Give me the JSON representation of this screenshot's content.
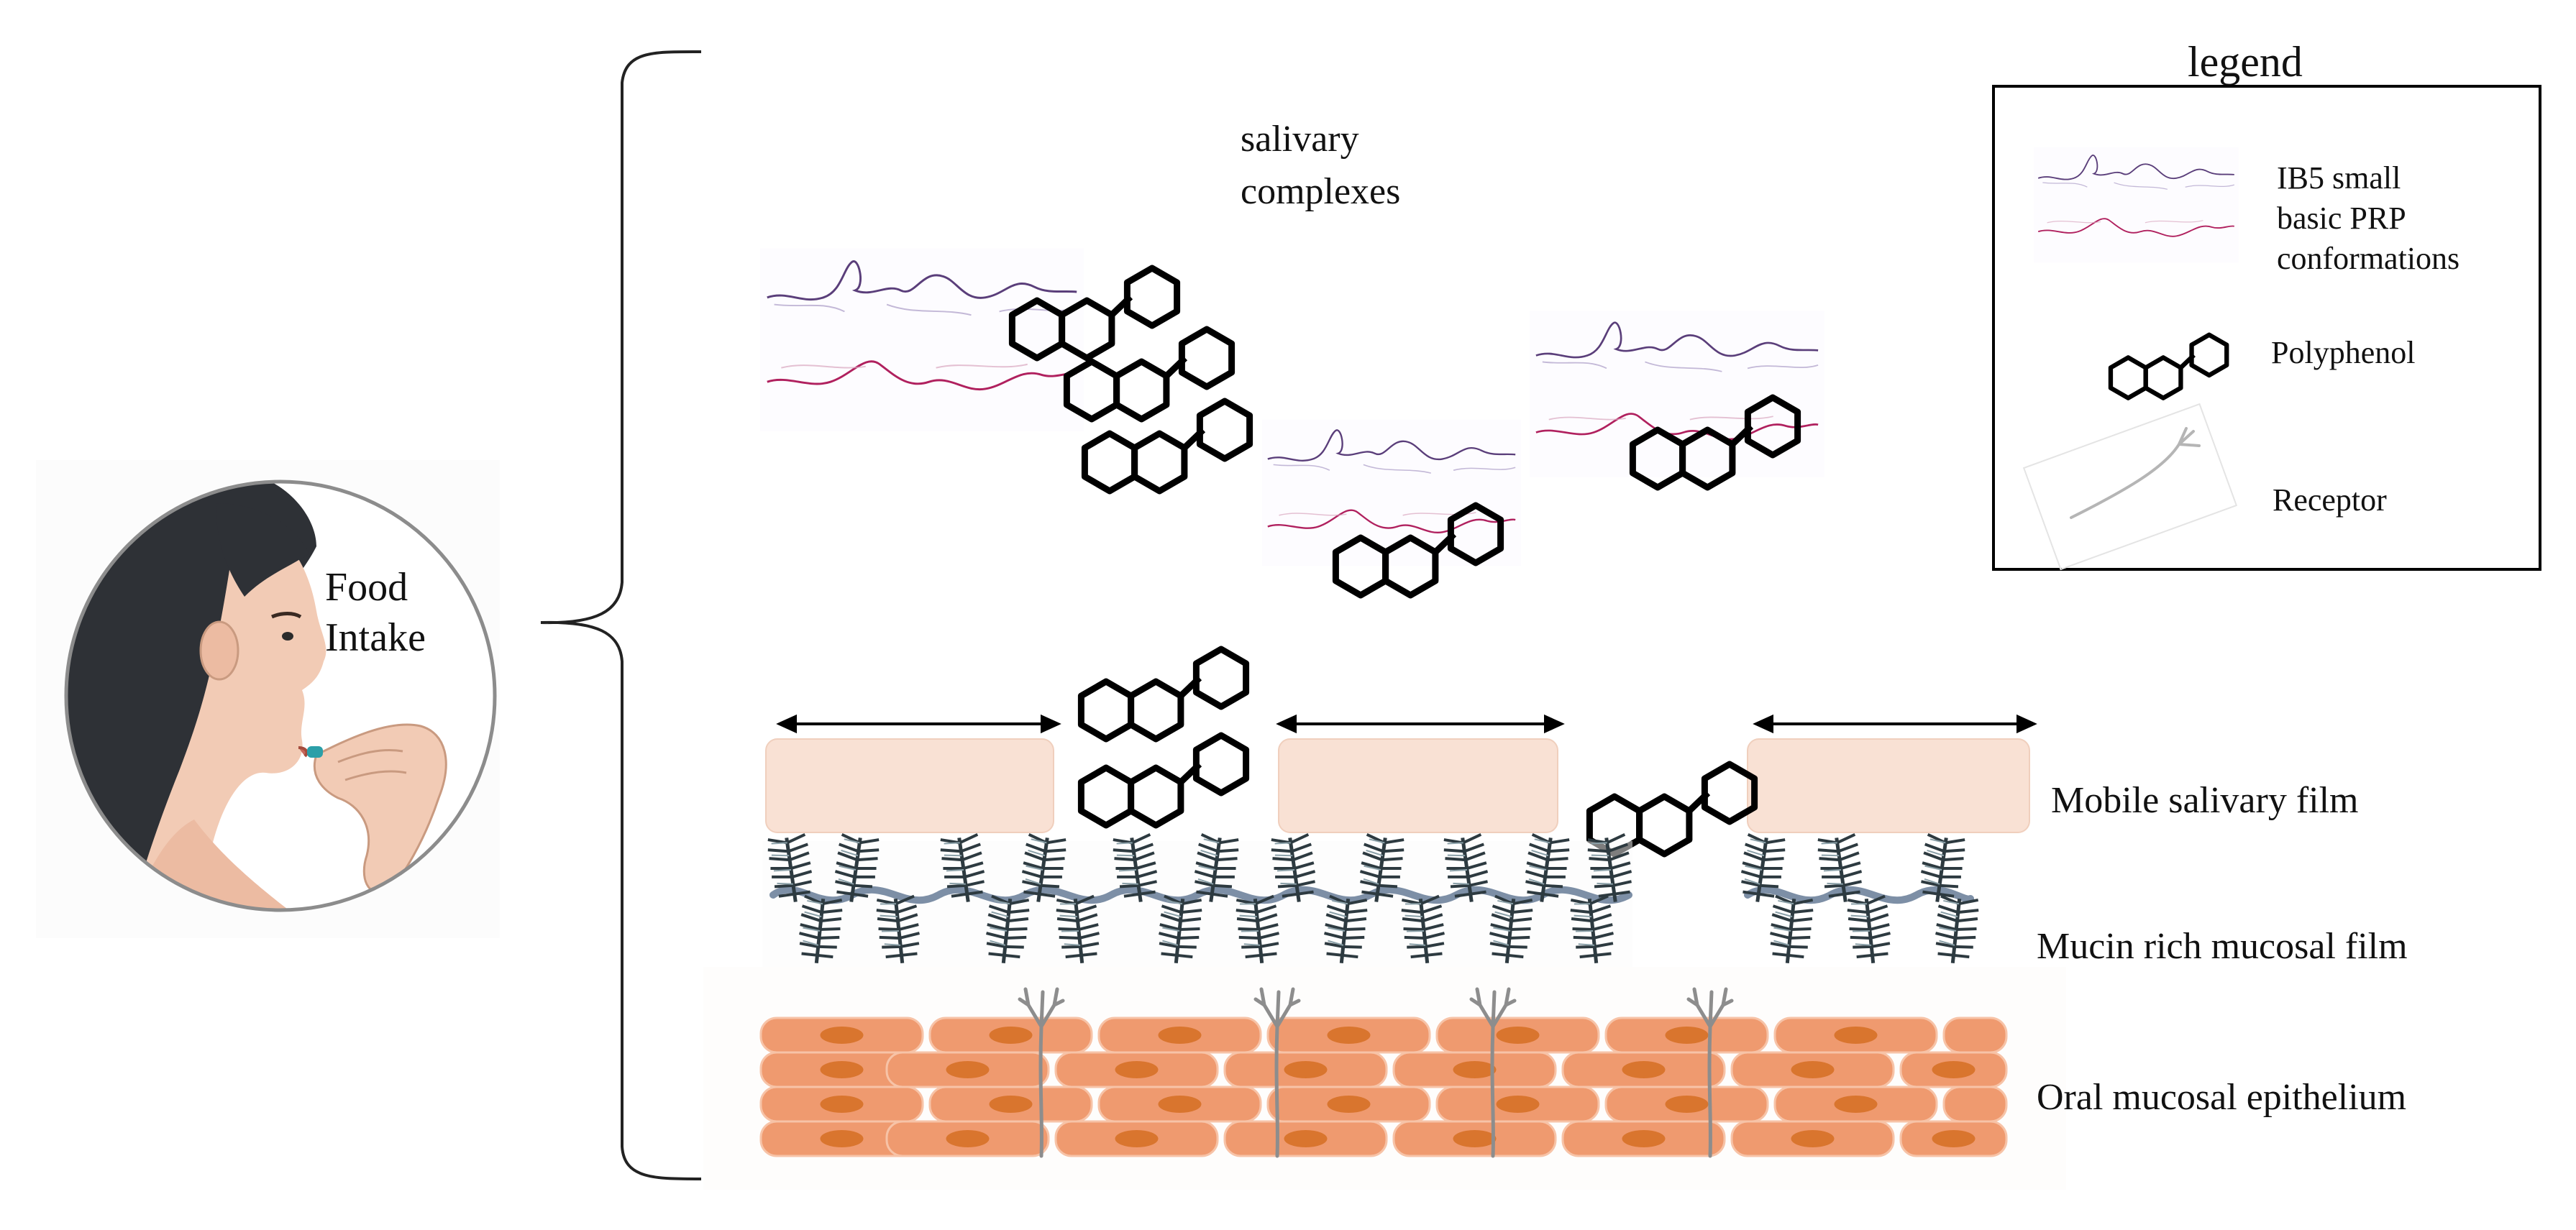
{
  "person": {
    "caption_line1": "Food",
    "caption_line2": "Intake"
  },
  "top_label": {
    "line1": "salivary",
    "line2": "complexes"
  },
  "legend": {
    "title": "legend",
    "items": [
      {
        "icon": "prp-conformation-icon",
        "lines": [
          "IB5 small",
          "basic PRP",
          "conformations"
        ]
      },
      {
        "icon": "polyphenol-icon",
        "lines": [
          "Polyphenol"
        ]
      },
      {
        "icon": "receptor-icon",
        "lines": [
          "Receptor"
        ]
      }
    ]
  },
  "layers": {
    "mobile_film": "Mobile salivary film",
    "mucin_film": "Mucin rich mucosal film",
    "epithelium": "Oral mucosal epithelium"
  },
  "colors": {
    "film_fill": "#f9e1d4",
    "epithelium_cell": "#ef9a6f",
    "epithelium_nucleus": "#d9752e",
    "mucin": "#2d3a40",
    "mucin_backbone": "#7d8fa6",
    "prp_purple": "#5a3e7a",
    "prp_magenta": "#b0205e",
    "receptor": "#8d8d8d",
    "skin": "#f2cbb5",
    "hair": "#2e3136"
  }
}
